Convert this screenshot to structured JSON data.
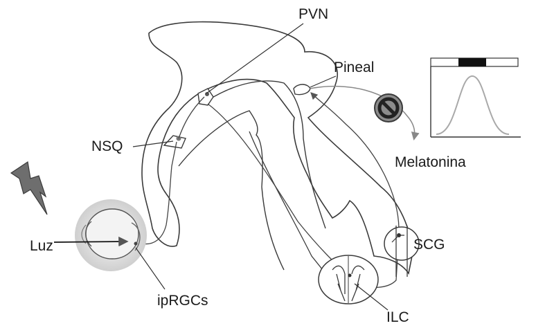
{
  "labels": {
    "pvn": "PVN",
    "pineal": "Pineal",
    "nsq": "NSQ",
    "melatonina": "Melatonina",
    "scg": "SCG",
    "luz": "Luz",
    "iprgcs": "ipRGCs",
    "ilc": "ILC"
  },
  "colors": {
    "line": "#3a3a3a",
    "curve": "#a9a9a9",
    "bolt": "#6e6e6e",
    "eye_glow": "#d4d4d4",
    "no_sign": "#8c8c8c"
  },
  "icons": {
    "light": "lightning-bolt-icon",
    "block": "no-sign-icon"
  }
}
